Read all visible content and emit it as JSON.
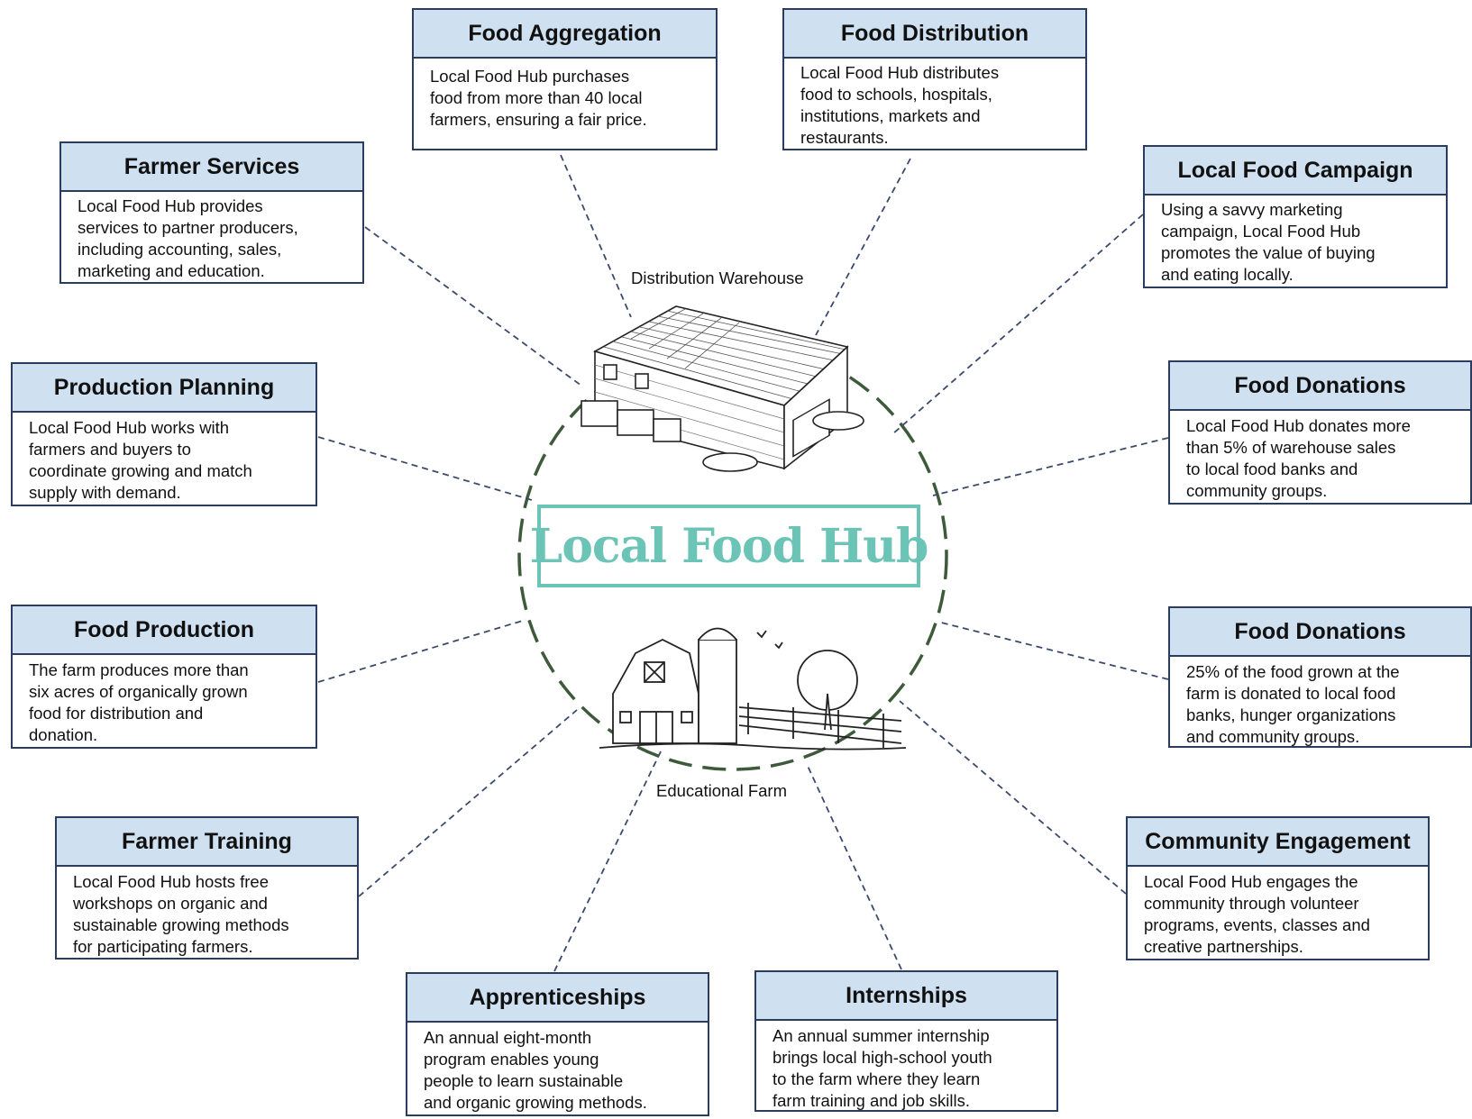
{
  "logo_text": "Local Food Hub",
  "colors": {
    "header_fill": "#cfe0f1",
    "border": "#2b3d5e",
    "logo": "#6cc4b6",
    "circle": "#3d5a3a"
  },
  "labels": {
    "warehouse": "Distribution Warehouse",
    "farm": "Educational Farm"
  },
  "icons": {
    "warehouse": "warehouse-icon",
    "farm": "barn-silo-farm-icon"
  },
  "boxes": {
    "food_aggregation": {
      "title": "Food Aggregation",
      "lines": [
        "Local Food Hub purchases",
        "food from more than 40 local",
        "farmers, ensuring a fair price."
      ]
    },
    "food_distribution": {
      "title": "Food Distribution",
      "lines": [
        "Local Food Hub distributes",
        "food to schools, hospitals,",
        "institutions, markets and",
        "restaurants."
      ]
    },
    "farmer_services": {
      "title": "Farmer Services",
      "lines": [
        "Local Food Hub provides",
        "services to partner producers,",
        "including accounting, sales,",
        "marketing and education."
      ]
    },
    "local_food_campaign": {
      "title": "Local Food Campaign",
      "lines": [
        "Using a savvy marketing",
        "campaign, Local Food Hub",
        "promotes the value of buying",
        "and eating locally."
      ]
    },
    "production_planning": {
      "title": "Production Planning",
      "lines": [
        "Local Food Hub works with",
        "farmers and buyers to",
        "coordinate growing and match",
        "supply with demand."
      ]
    },
    "food_donations_warehouse": {
      "title": "Food Donations",
      "lines": [
        "Local Food Hub donates more",
        "than 5% of warehouse sales",
        "to local food banks and",
        "community groups."
      ]
    },
    "food_production": {
      "title": "Food Production",
      "lines": [
        "The farm produces more than",
        "six acres of organically grown",
        "food for distribution and",
        "donation."
      ]
    },
    "food_donations_farm": {
      "title": "Food Donations",
      "lines": [
        "25% of the food grown at the",
        "farm is donated to local food",
        "banks, hunger organizations",
        "and community groups."
      ]
    },
    "farmer_training": {
      "title": "Farmer Training",
      "lines": [
        "Local Food Hub hosts free",
        "workshops on organic and",
        "sustainable growing methods",
        "for participating farmers."
      ]
    },
    "community_engagement": {
      "title": "Community Engagement",
      "lines": [
        "Local Food Hub engages the",
        "community through volunteer",
        "programs, events, classes and",
        "creative partnerships."
      ]
    },
    "apprenticeships": {
      "title": "Apprenticeships",
      "lines": [
        "An annual eight-month",
        "program enables young",
        "people to learn sustainable",
        "and organic growing methods."
      ]
    },
    "internships": {
      "title": "Internships",
      "lines": [
        "An annual summer internship",
        "brings local high-school youth",
        "to the farm where they learn",
        "farm training and job skills."
      ]
    }
  }
}
